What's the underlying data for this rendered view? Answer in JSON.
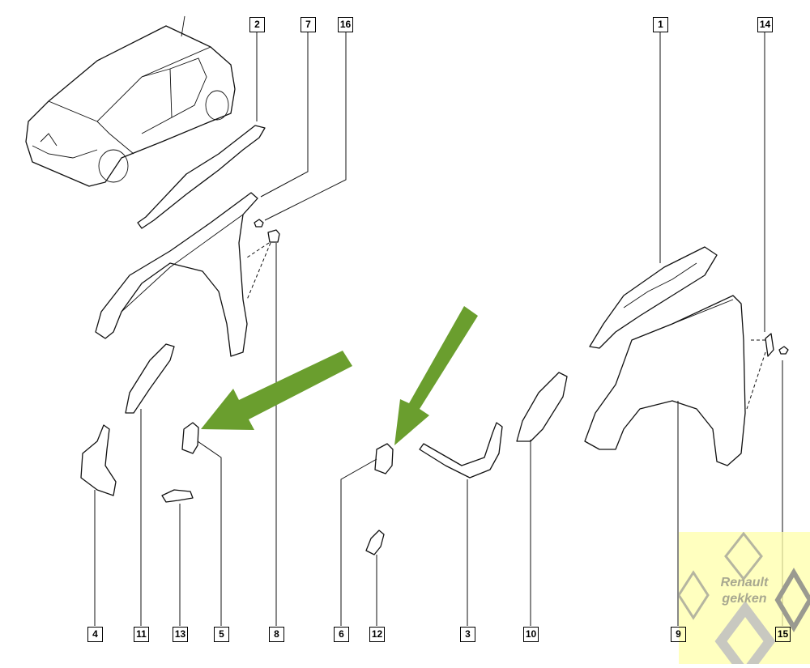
{
  "diagram_title": "",
  "callouts": {
    "c1": "1",
    "c2": "2",
    "c3": "3",
    "c4": "4",
    "c5": "5",
    "c6": "6",
    "c7": "7",
    "c8": "8",
    "c9": "9",
    "c10": "10",
    "c11": "11",
    "c12": "12",
    "c13": "13",
    "c14": "14",
    "c15": "15",
    "c16": "16"
  },
  "watermark": {
    "line1": "Renault",
    "line2": "gekken"
  },
  "colors": {
    "arrow": "#6a9e2e",
    "watermark_bg": "#ffffaa"
  }
}
